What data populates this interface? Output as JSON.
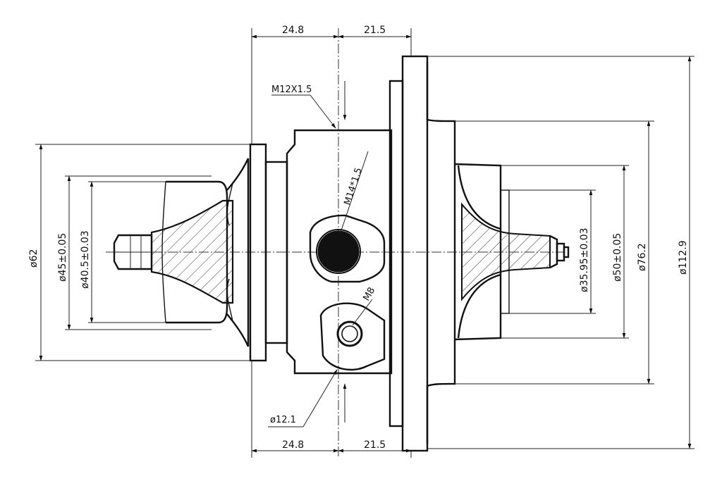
{
  "dimensions": {
    "top_left_width": "24.8",
    "top_right_width": "21.5",
    "bottom_left_width": "24.8",
    "bottom_right_width": "21.5",
    "thread_main": "M12X1.5",
    "thread_oil_inlet": "M14*1.5",
    "thread_small": "M8",
    "bore": "ø12.1",
    "left_outer": "ø62",
    "left_mid": "ø45±0.05",
    "left_inner": "ø40.5±0.03",
    "right_inner": "ø35.95±0.03",
    "right_mid": "ø50±0.05",
    "right_outer": "ø76.2",
    "flange": "ø112.9"
  },
  "colors": {
    "line": "#111111",
    "background": "#ffffff",
    "oil_port": "#111111"
  }
}
